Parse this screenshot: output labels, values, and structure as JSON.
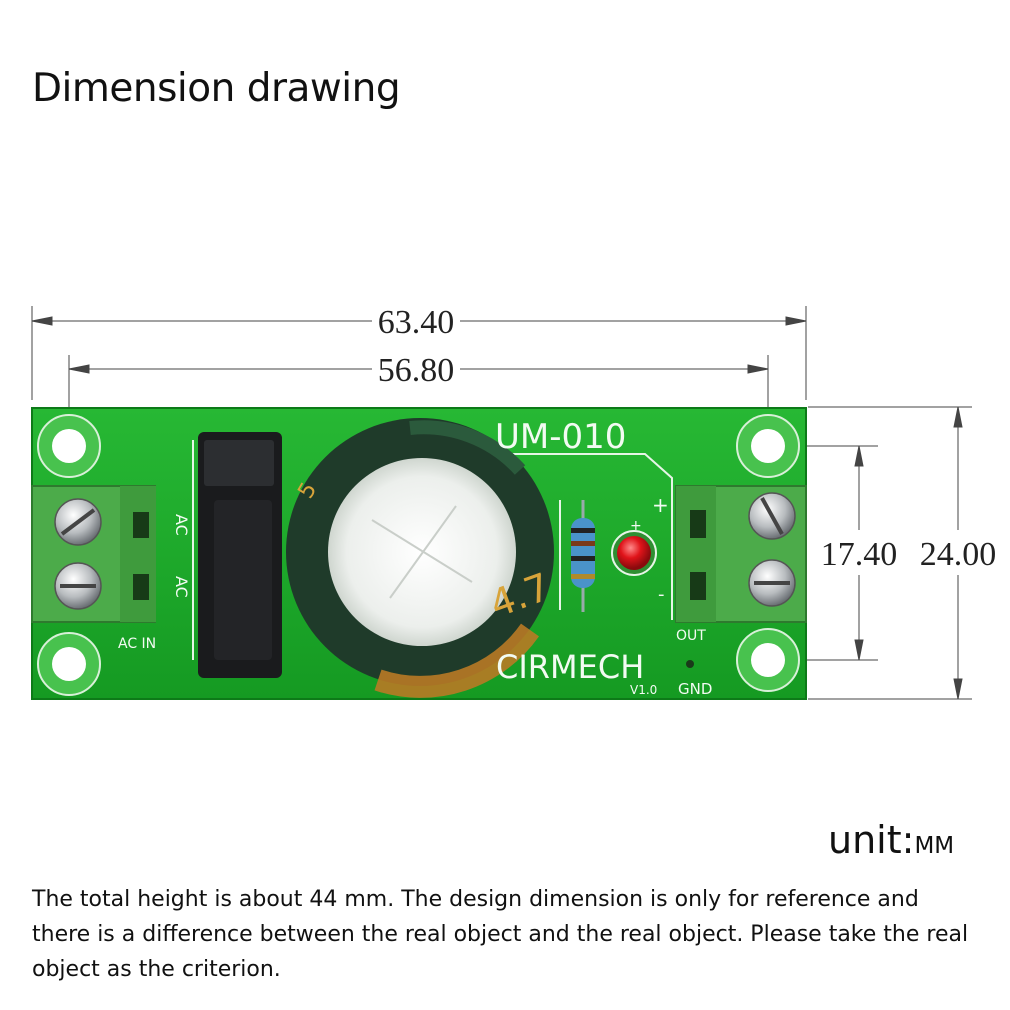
{
  "title": "Dimension drawing",
  "dimensions": {
    "overall_width": "63.40",
    "hole_spacing_x": "56.80",
    "hole_spacing_y": "17.40",
    "overall_height": "24.00"
  },
  "board": {
    "model": "UM-010",
    "brand": "CIRMECH",
    "version": "V1.0",
    "labels": {
      "ac_top": "AC",
      "ac_bottom": "AC",
      "ac_in": "AC IN",
      "plus": "+",
      "minus": "-",
      "out": "OUT",
      "gnd": "GND"
    },
    "colors": {
      "pcb": "#1fa82c",
      "terminal": "#4cab4a",
      "capacitor": "#1f3b2a",
      "led": "#e0141a",
      "resistor": "#4a93c9"
    }
  },
  "unit": {
    "label": "unit:",
    "value": "MM"
  },
  "note": "The total height is about 44 mm. The design dimension is only for reference and there is a difference between the real object and the real object. Please take the real object as the criterion."
}
